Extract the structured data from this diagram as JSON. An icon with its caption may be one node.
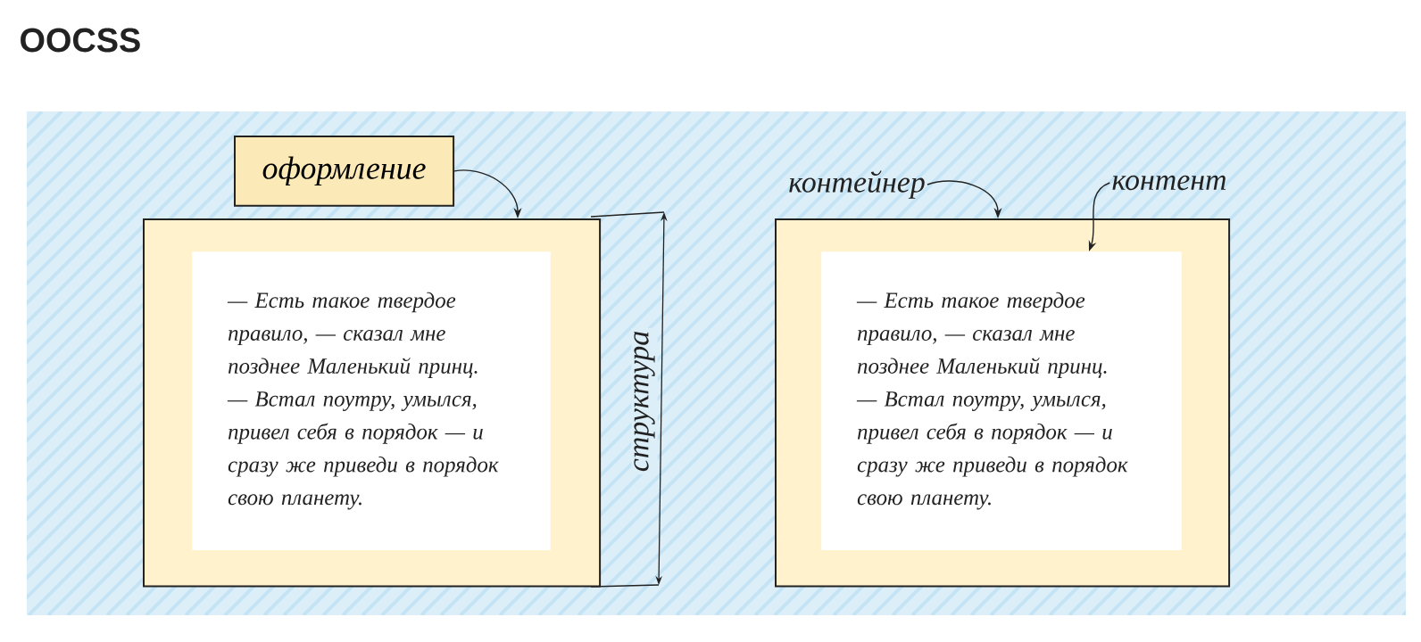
{
  "diagram": {
    "title": "OOCSS",
    "nodes": [
      {
        "text": [
          "оформление"
        ]
      },
      {
        "text": [],
        "shape": "box"
      },
      {
        "text": [
          "— Есть такое твердое правило, — сказал мне позднее Маленький принц. — Встал поутру, умылся, привел себя в порядок — и сразу же приведи в порядок свою планету."
        ],
        "in": 1
      },
      {
        "text": [
          "контейнер"
        ]
      },
      {
        "text": [],
        "shape": "box"
      },
      {
        "text": [
          "— Есть такое твердое правило, — сказал мне позднее Маленький принц. — Встал поутру, умылся, привел себя в порядок — и сразу же приведи в порядок свою планету."
        ],
        "in": 4
      },
      {
        "text": [
          "контент"
        ]
      }
    ],
    "edges": [
      {
        "from": 0,
        "to": 1,
        "arrow": "to"
      },
      {
        "from": 3,
        "to": 4,
        "arrow": "to"
      },
      {
        "from": 6,
        "to": 5,
        "arrow": "to"
      }
    ],
    "labels": [
      "структура"
    ]
  }
}
